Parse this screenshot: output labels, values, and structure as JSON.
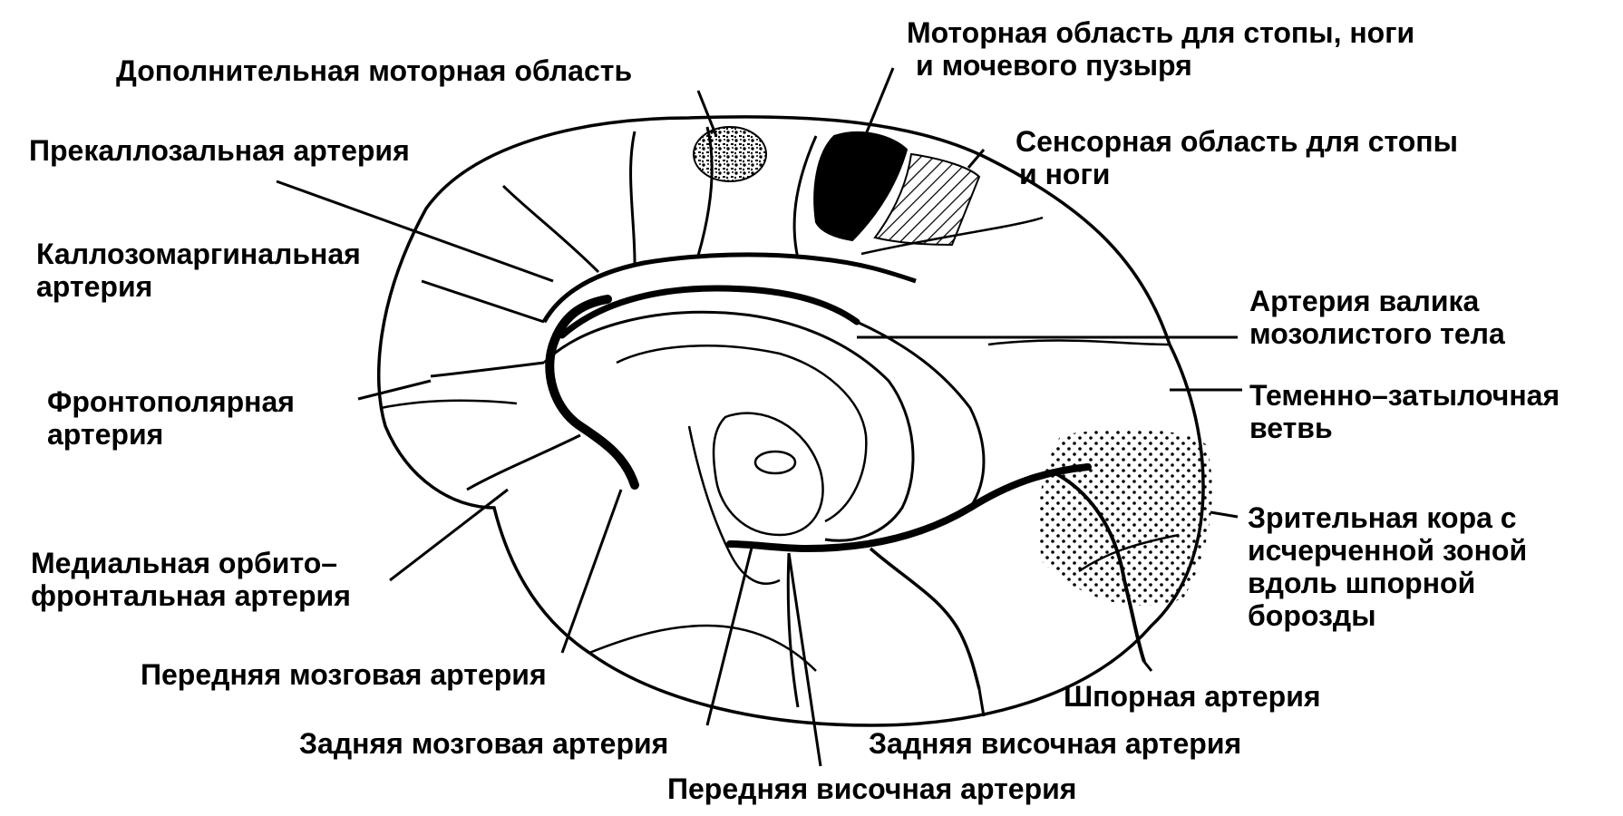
{
  "labels": {
    "supplementary_motor": [
      "Дополнительная моторная область"
    ],
    "motor_foot": [
      "Моторная область для стопы, ноги",
      "и мочевого пузыря"
    ],
    "precallosal": [
      "Прекаллозальная артерия"
    ],
    "sensory_foot": [
      "Сенсорная область для стопы",
      "и ноги"
    ],
    "callosomarginal": [
      "Каллозомаргинальная",
      "артерия"
    ],
    "splenial": [
      "Артерия валика",
      "мозолистого тела"
    ],
    "frontopolar": [
      "Фронтополярная",
      "артерия"
    ],
    "parieto_occipital": [
      "Теменно–затылочная",
      "ветвь"
    ],
    "visual_cortex": [
      "Зрительная кора с",
      "исчерченной зоной",
      "вдоль шпорной",
      "борозды"
    ],
    "medial_orbitofrontal": [
      "Медиальная орбито–",
      "фронтальная артерия"
    ],
    "anterior_cerebral": [
      "Передняя мозговая артерия"
    ],
    "calcarine": [
      "Шпорная артерия"
    ],
    "posterior_cerebral": [
      "Задняя мозговая артерия"
    ],
    "posterior_temporal": [
      "Задняя височная артерия"
    ],
    "anterior_temporal": [
      "Передняя височная артерия"
    ]
  },
  "colors": {
    "ink": "#000000",
    "paper": "#ffffff"
  }
}
